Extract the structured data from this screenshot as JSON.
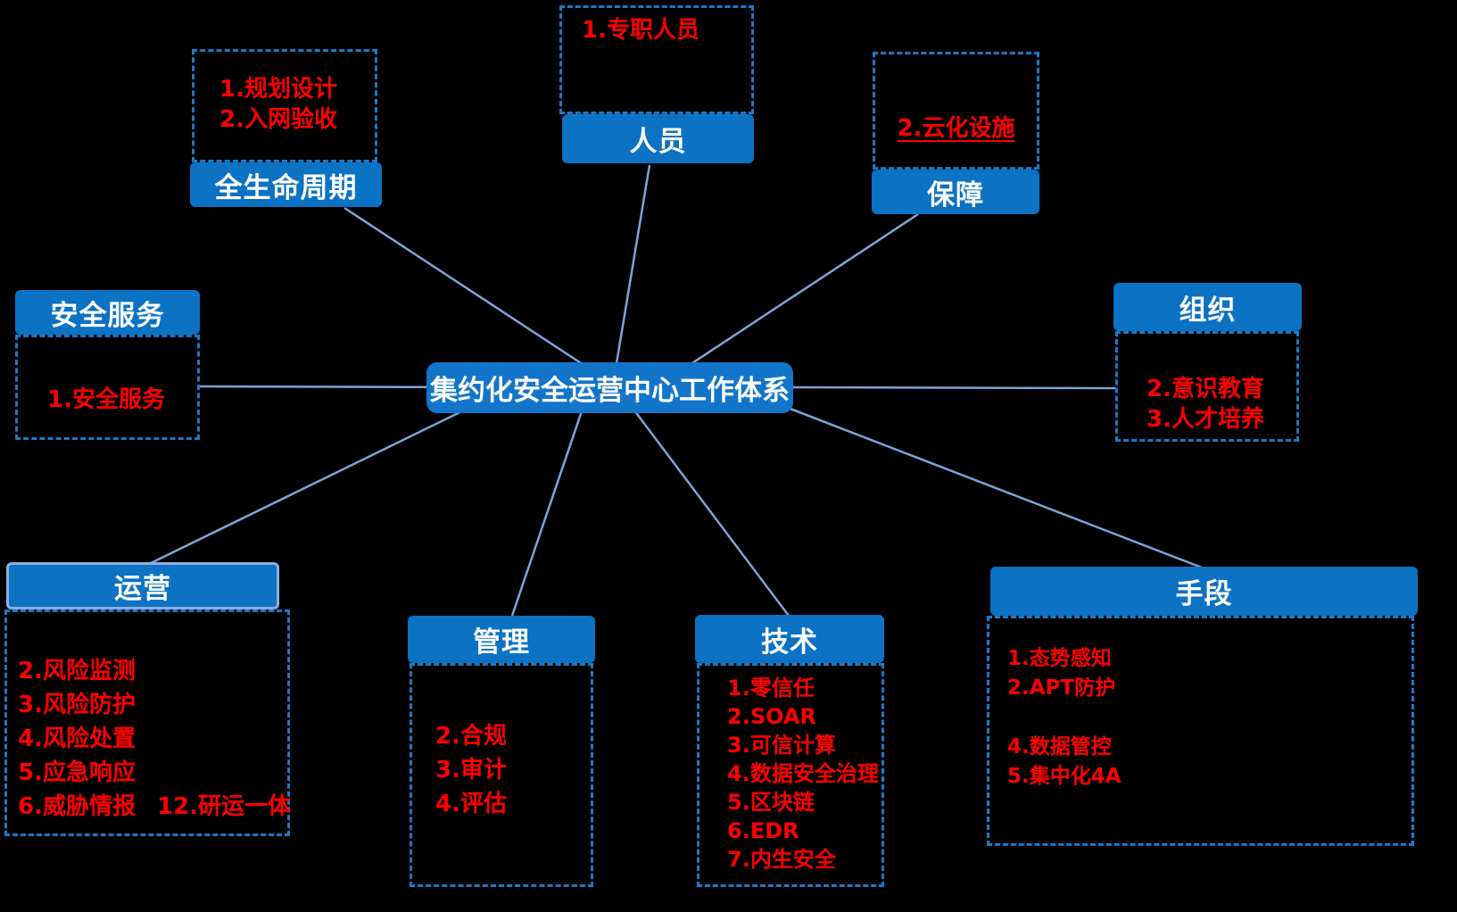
{
  "diagram": {
    "center_title": "集约化安全运营中心工作体系"
  },
  "colors": {
    "background": "#000000",
    "header_blue": "#0b72c4",
    "center_node_blue": "#1375c9",
    "dashed_border_blue": "#1b7ac9",
    "connector_blue": "#7ca5d9",
    "item_red": "#ff0000",
    "header_text": "#ffffff",
    "operation_header_outline": "#8faedc"
  },
  "branches": {
    "lifecycle": {
      "label": "全生命周期",
      "items": [
        "1.规划设计",
        "2.入网验收"
      ]
    },
    "personnel": {
      "label": "人员",
      "items": [
        "1.专职人员"
      ]
    },
    "support": {
      "label": "保障",
      "items": [
        "2.云化设施"
      ]
    },
    "security_service": {
      "label": "安全服务",
      "items": [
        "1.安全服务"
      ]
    },
    "organization": {
      "label": "组织",
      "items": [
        "2.意识教育",
        "3.人才培养"
      ]
    },
    "operation": {
      "label": "运营",
      "items": [
        "2.风险监测",
        "3.风险防护",
        "4.风险处置",
        "5.应急响应",
        "6.威胁情报"
      ],
      "extra_item": "12.研运一体"
    },
    "management": {
      "label": "管理",
      "items": [
        "2.合规",
        "3.审计",
        "4.评估"
      ]
    },
    "technology": {
      "label": "技术",
      "items": [
        "1.零信任",
        "2.SOAR",
        "3.可信计算",
        "4.数据安全治理",
        "5.区块链",
        "6.EDR",
        "7.内生安全"
      ]
    },
    "means": {
      "label": "手段",
      "items": [
        "1.态势感知",
        "2.APT防护",
        "4.数据管控",
        "5.集中化4A"
      ]
    }
  }
}
